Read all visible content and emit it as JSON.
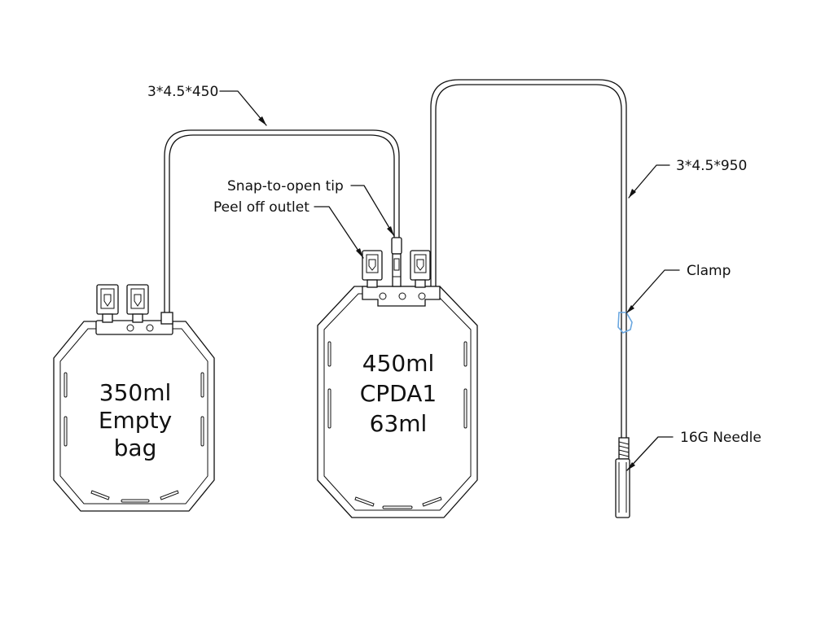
{
  "labels": {
    "tube_short": "3*4.5*450",
    "tube_long": "3*4.5*950",
    "snap_tip": "Snap-to-open tip",
    "peel_outlet": "Peel off outlet",
    "clamp": "Clamp",
    "needle": "16G Needle"
  },
  "bags": {
    "left": {
      "line1": "350ml",
      "line2": "Empty",
      "line3": "bag"
    },
    "right": {
      "line1": "450ml",
      "line2": "CPDA1",
      "line3": "63ml"
    }
  },
  "colors": {
    "line": "#111111",
    "clamp": "#6aa7e0",
    "background": "#ffffff"
  }
}
